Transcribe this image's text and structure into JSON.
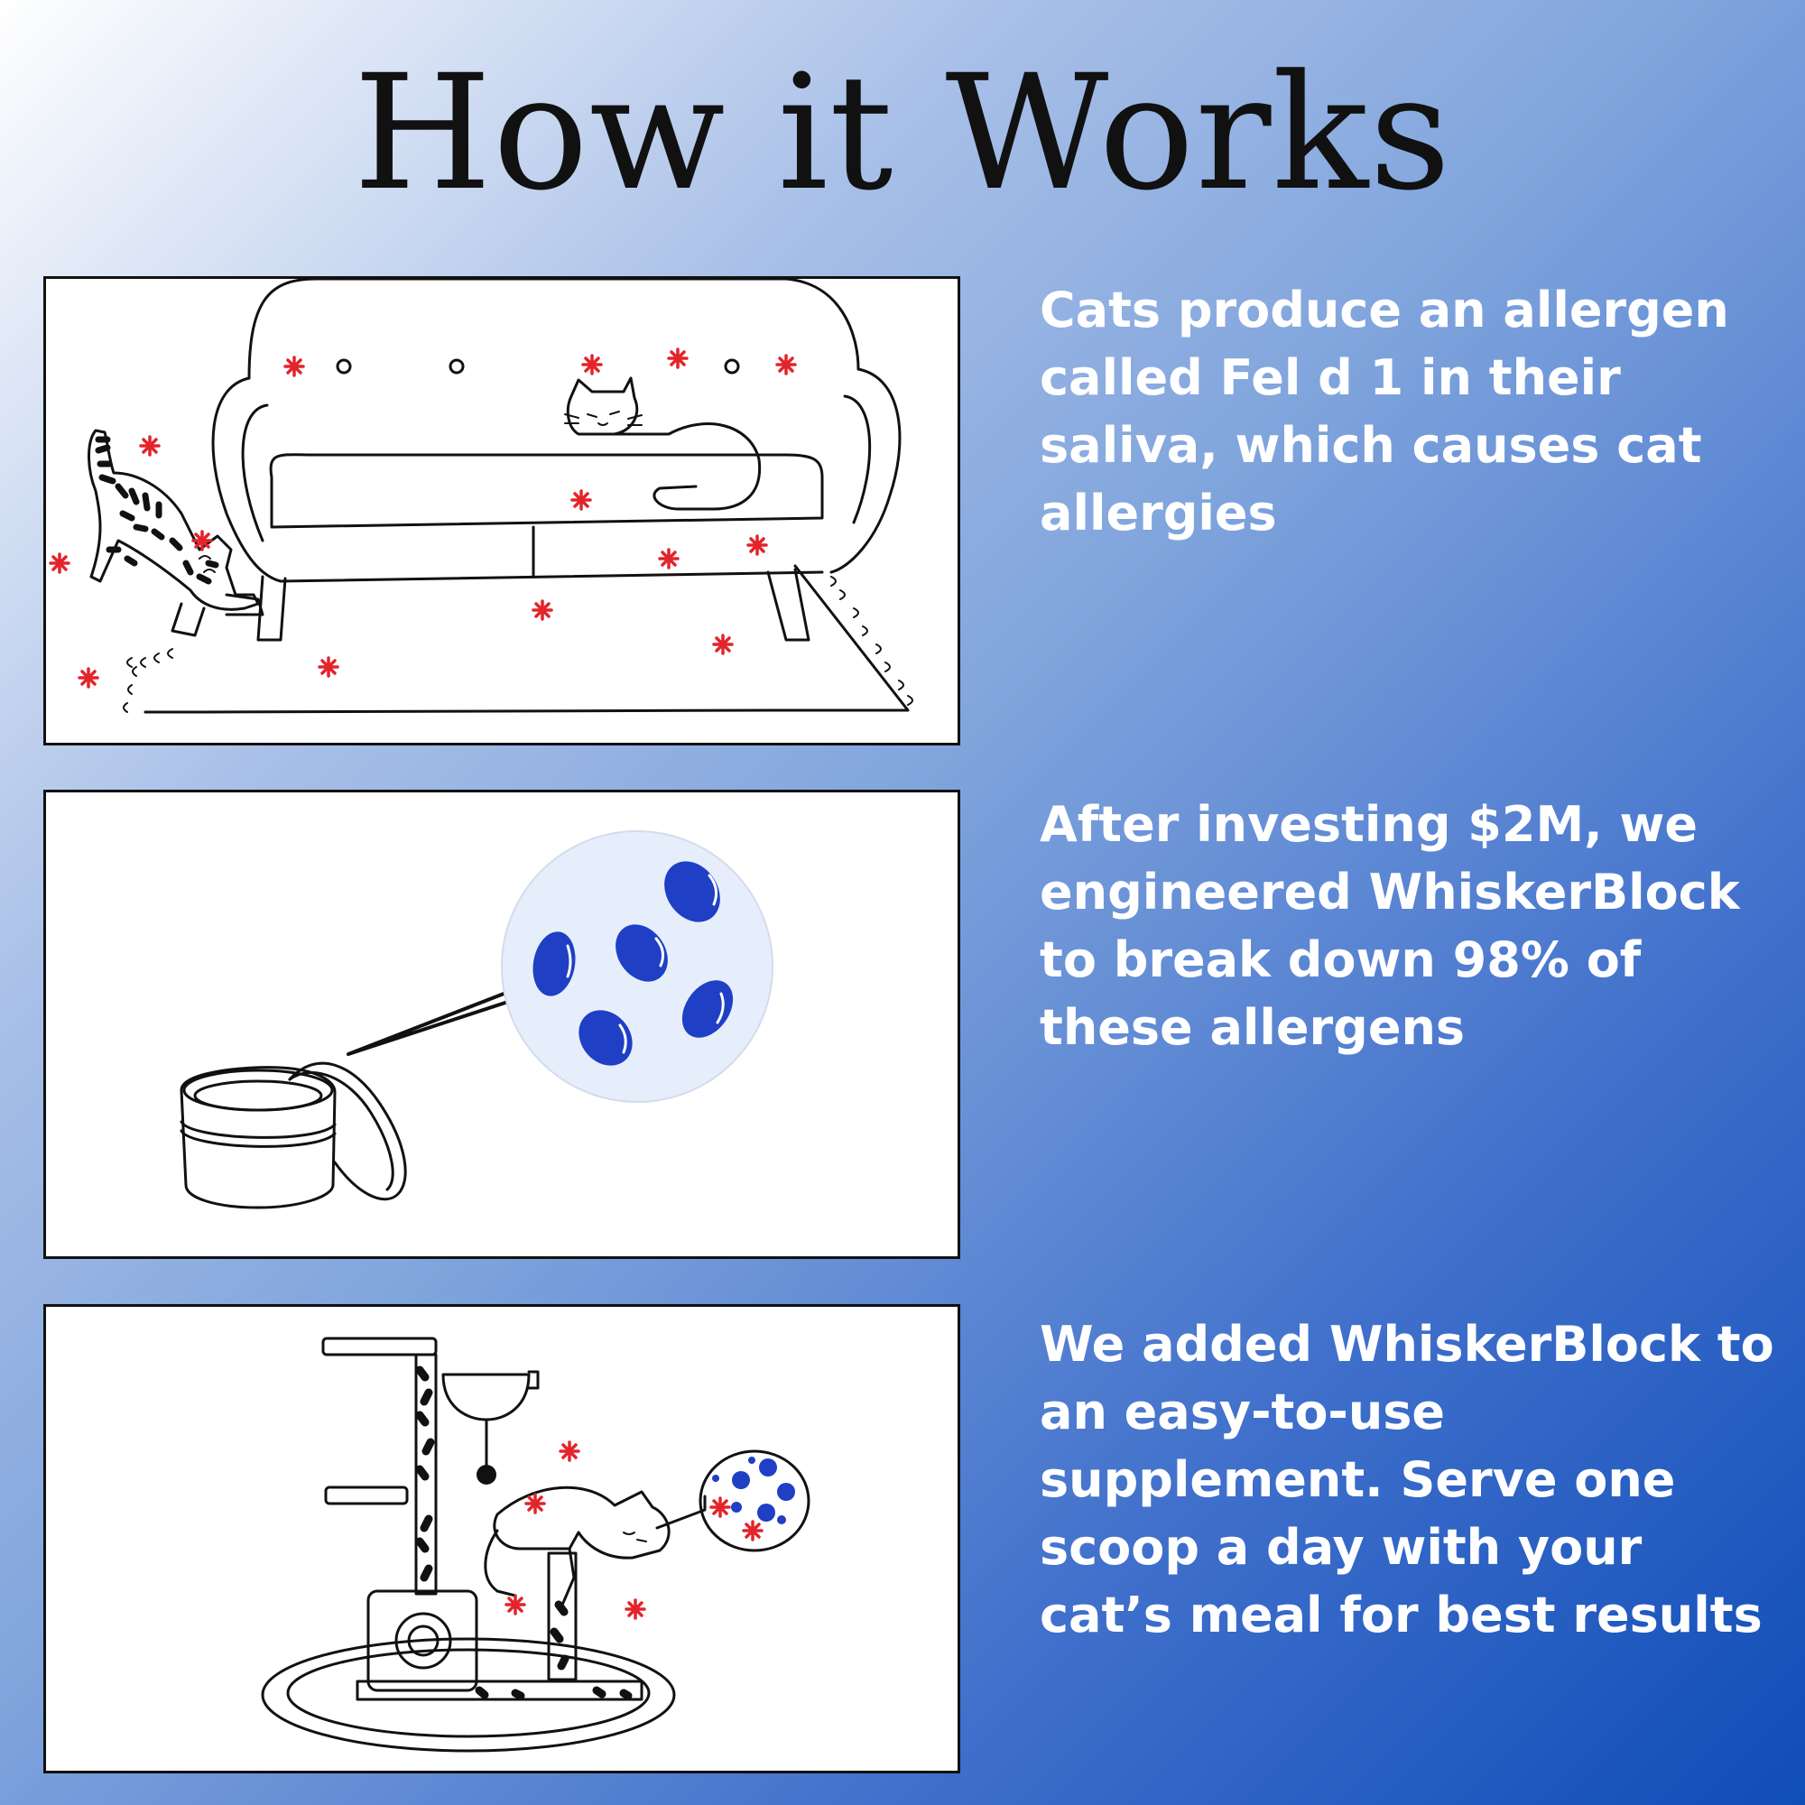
{
  "title": "How it Works",
  "steps": [
    {
      "text": "Cats produce an allergen called Fel d 1 in their saliva, which causes cat allergies",
      "illustration": "cats-on-sofa-with-allergens"
    },
    {
      "text": "After investing $2M, we engineered WhiskerBlock to break down 98% of these allergens",
      "illustration": "supplement-tin-with-magnified-particles"
    },
    {
      "text": "We added WhiskerBlock to an easy-to-use supplement. Serve one scoop a day with your cat’s meal for best results",
      "illustration": "cat-sleeping-on-cat-tree"
    }
  ],
  "colors": {
    "allergen": "#e3242b",
    "particle": "#1f3fc4",
    "bubble": "#e6eefc",
    "text": "#ffffff",
    "title": "#111111"
  }
}
